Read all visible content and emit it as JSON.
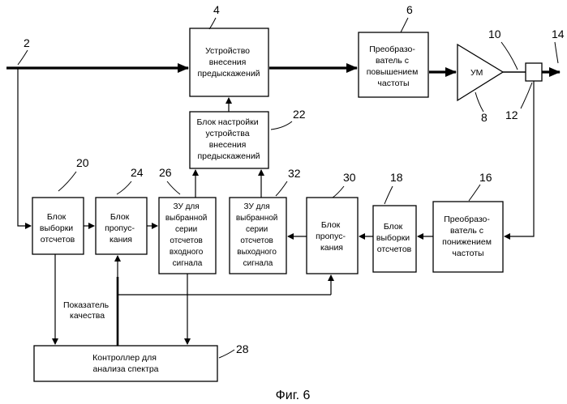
{
  "blocks": {
    "predistorter": [
      "Устройство",
      "внесения",
      "предыскажений"
    ],
    "upconverter": [
      "Преобразо-",
      "ватель с",
      "повышением",
      "частоты"
    ],
    "amp": "УМ",
    "tuner": [
      "Блок настройки",
      "устройства",
      "внесения",
      "предыскажений"
    ],
    "sampler_in": [
      "Блок",
      "выборки",
      "отсчетов"
    ],
    "gate_in": [
      "Блок",
      "пропус-",
      "кания"
    ],
    "mem_in": [
      "ЗУ для",
      "выбранной",
      "серии",
      "отсчетов",
      "входного",
      "сигнала"
    ],
    "mem_out": [
      "ЗУ для",
      "выбранной",
      "серии",
      "отсчетов",
      "выходного",
      "сигнала"
    ],
    "gate_out": [
      "Блок",
      "пропус-",
      "кания"
    ],
    "sampler_out": [
      "Блок",
      "выборки",
      "отсчетов"
    ],
    "downconverter": [
      "Преобразо-",
      "ватель с",
      "понижением",
      "частоты"
    ],
    "controller": [
      "Контроллер для",
      "анализа спектра"
    ]
  },
  "labels": {
    "quality": [
      "Показатель",
      "качества"
    ],
    "caption": "Фиг. 6"
  },
  "refs": {
    "r2": "2",
    "r4": "4",
    "r6": "6",
    "r8": "8",
    "r10": "10",
    "r12": "12",
    "r14": "14",
    "r16": "16",
    "r18": "18",
    "r20": "20",
    "r22": "22",
    "r24": "24",
    "r26": "26",
    "r28": "28",
    "r30": "30",
    "r32": "32"
  }
}
